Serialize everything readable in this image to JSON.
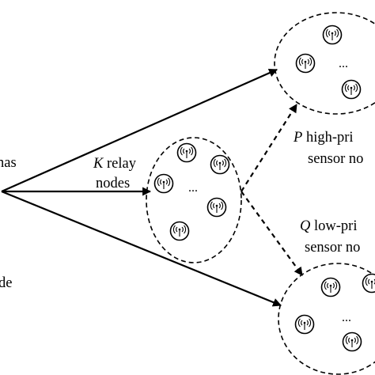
{
  "labels": {
    "source_fragment_1": "nas",
    "source_fragment_2": "de",
    "relay_var": "K",
    "relay_line1_rest": " relay",
    "relay_line2": "nodes",
    "high_var": "P",
    "high_line1_rest": " high-pri",
    "high_line2": "sensor no",
    "low_var": "Q",
    "low_line1_rest": " low-pri",
    "low_line2": "sensor no"
  },
  "ellipsis": "...",
  "node_icon": "wireless-antenna-icon",
  "colors": {
    "stroke": "#000000",
    "background": "#ffffff"
  }
}
